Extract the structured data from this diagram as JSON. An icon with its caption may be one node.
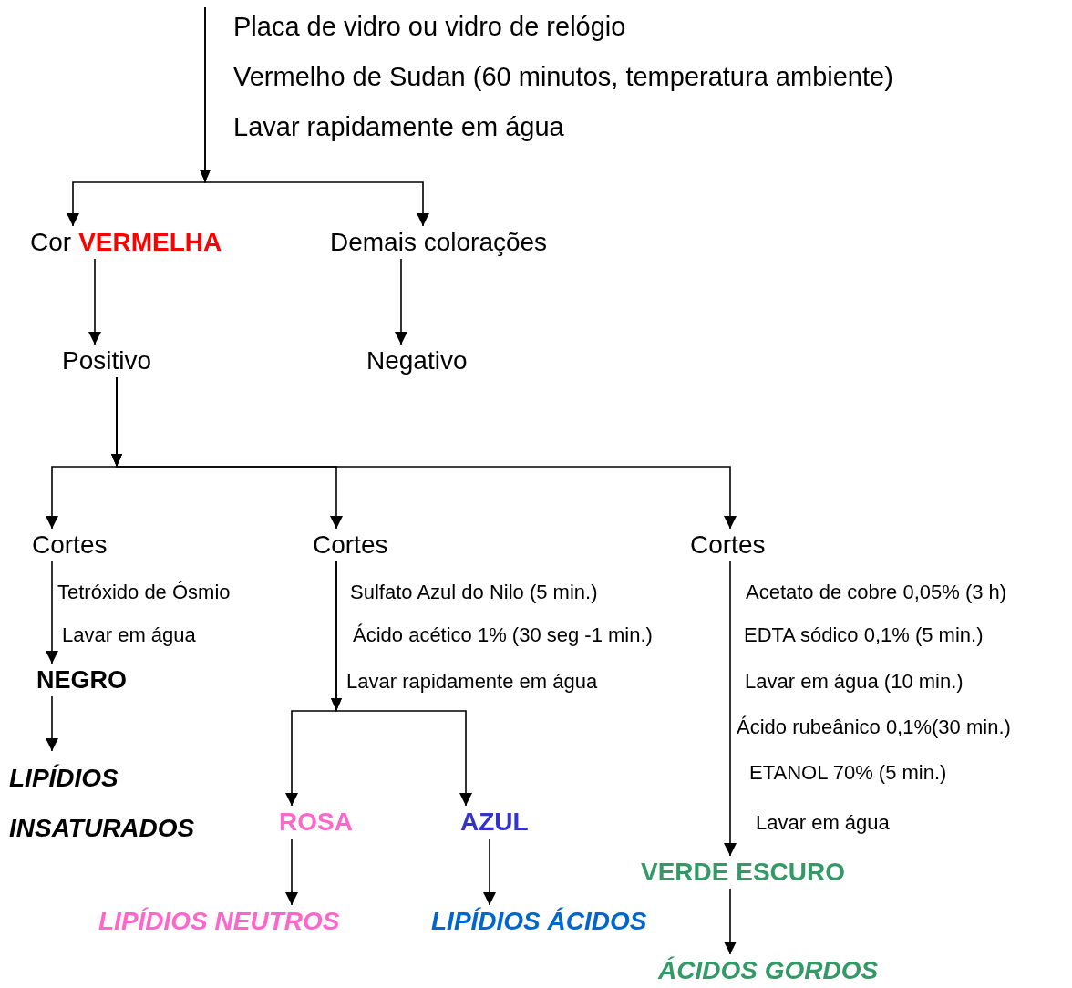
{
  "diagram": {
    "nodes": [
      {
        "text": [
          "Cor",
          "VERMELHA"
        ]
      },
      {
        "text": [
          "Demais colorações"
        ]
      },
      {
        "text": [
          "Positivo"
        ]
      },
      {
        "text": [
          "Negativo"
        ]
      },
      {
        "text": [
          "Cortes"
        ]
      },
      {
        "text": [
          "Cortes"
        ]
      },
      {
        "text": [
          "Cortes"
        ]
      },
      {
        "text": [
          "NEGRO"
        ]
      },
      {
        "text": [
          "LIPÍDIOS INSATURADOS"
        ]
      },
      {
        "text": [
          "ROSA"
        ]
      },
      {
        "text": [
          "AZUL"
        ]
      },
      {
        "text": [
          "LIPÍDIOS NEUTROS"
        ]
      },
      {
        "text": [
          "LIPÍDIOS ÁCIDOS"
        ]
      },
      {
        "text": [
          "VERDE ESCURO"
        ]
      },
      {
        "text": [
          "ÁCIDOS GORDOS"
        ]
      }
    ],
    "edges": [
      {
        "from": null,
        "to": 0,
        "arrow": "to"
      },
      {
        "from": null,
        "to": 1,
        "arrow": "to"
      },
      {
        "from": 0,
        "to": 2,
        "arrow": "to"
      },
      {
        "from": 1,
        "to": 3,
        "arrow": "to"
      },
      {
        "from": 2,
        "to": 4,
        "arrow": "to"
      },
      {
        "from": 2,
        "to": 5,
        "arrow": "to"
      },
      {
        "from": 2,
        "to": 6,
        "arrow": "to"
      },
      {
        "from": 4,
        "to": 7,
        "arrow": "to"
      },
      {
        "from": 7,
        "to": 8,
        "arrow": "to"
      },
      {
        "from": 5,
        "to": 9,
        "arrow": "to"
      },
      {
        "from": 5,
        "to": 10,
        "arrow": "to"
      },
      {
        "from": 9,
        "to": 11,
        "arrow": "to"
      },
      {
        "from": 10,
        "to": 12,
        "arrow": "to"
      },
      {
        "from": 6,
        "to": 13,
        "arrow": "to"
      },
      {
        "from": 13,
        "to": 14,
        "arrow": "to"
      }
    ],
    "labels": [
      "Placa de vidro ou vidro de relógio",
      "Vermelho de Sudan (60 minutos, temperatura ambiente)",
      "Lavar rapidamente em água",
      "Tetróxido de Ósmio",
      "Lavar em água",
      "Sulfato Azul do Nilo (5 min.)",
      "Ácido acético 1% (30 seg -1 min.)",
      "Lavar rapidamente em água",
      "Acetato de cobre 0,05% (3 h)",
      "EDTA sódico 0,1% (5 min.)",
      "Lavar em água (10 min.)",
      "Ácido rubeânico 0,1%(30 min.)",
      "ETANOL 70% (5 min.)",
      "Lavar em água"
    ]
  }
}
